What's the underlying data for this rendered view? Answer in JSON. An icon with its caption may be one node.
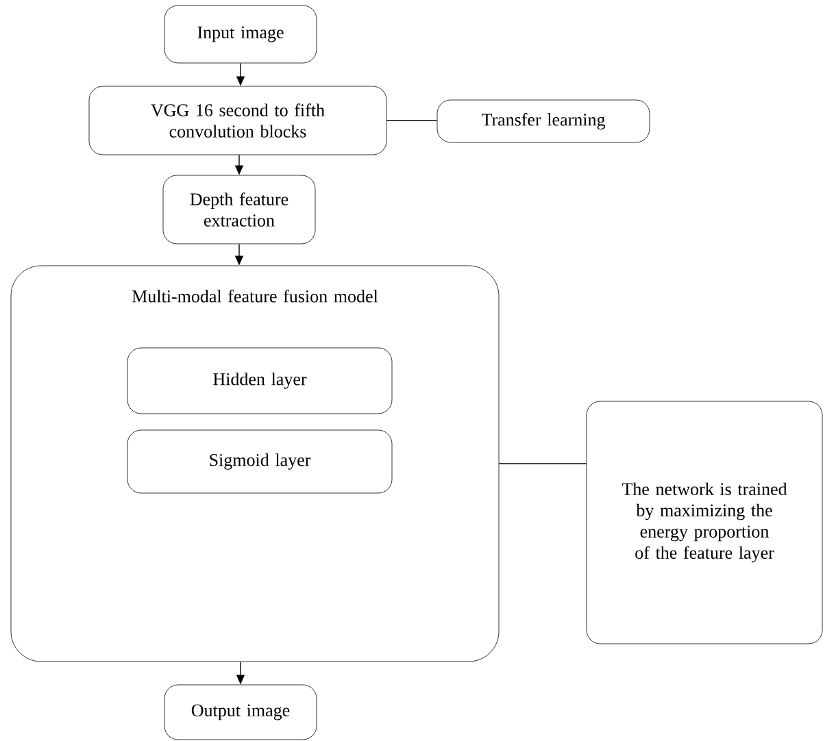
{
  "diagram": {
    "nodes": [
      {
        "text": [
          "Input image"
        ]
      },
      {
        "text": [
          "VGG 16 second to fifth convolution blocks"
        ]
      },
      {
        "text": [
          "Transfer learning"
        ]
      },
      {
        "text": [
          "Depth feature extraction"
        ]
      },
      {
        "text": [
          "Multi-modal feature fusion model"
        ]
      },
      {
        "text": [
          "Hidden layer"
        ],
        "in": 4
      },
      {
        "text": [
          "Sigmoid layer"
        ],
        "in": 4
      },
      {
        "text": [
          "The network is trained by maximizing the energy proportion of the feature layer"
        ]
      },
      {
        "text": [
          "Output image"
        ]
      }
    ],
    "edges": [
      {
        "from": 0,
        "to": 1,
        "arrow": "to"
      },
      {
        "from": 1,
        "to": 2,
        "arrow": "none"
      },
      {
        "from": 1,
        "to": 3,
        "arrow": "to"
      },
      {
        "from": 3,
        "to": 4,
        "arrow": "to"
      },
      {
        "from": 4,
        "to": 7,
        "arrow": "none"
      },
      {
        "from": 4,
        "to": 8,
        "arrow": "to"
      }
    ]
  }
}
